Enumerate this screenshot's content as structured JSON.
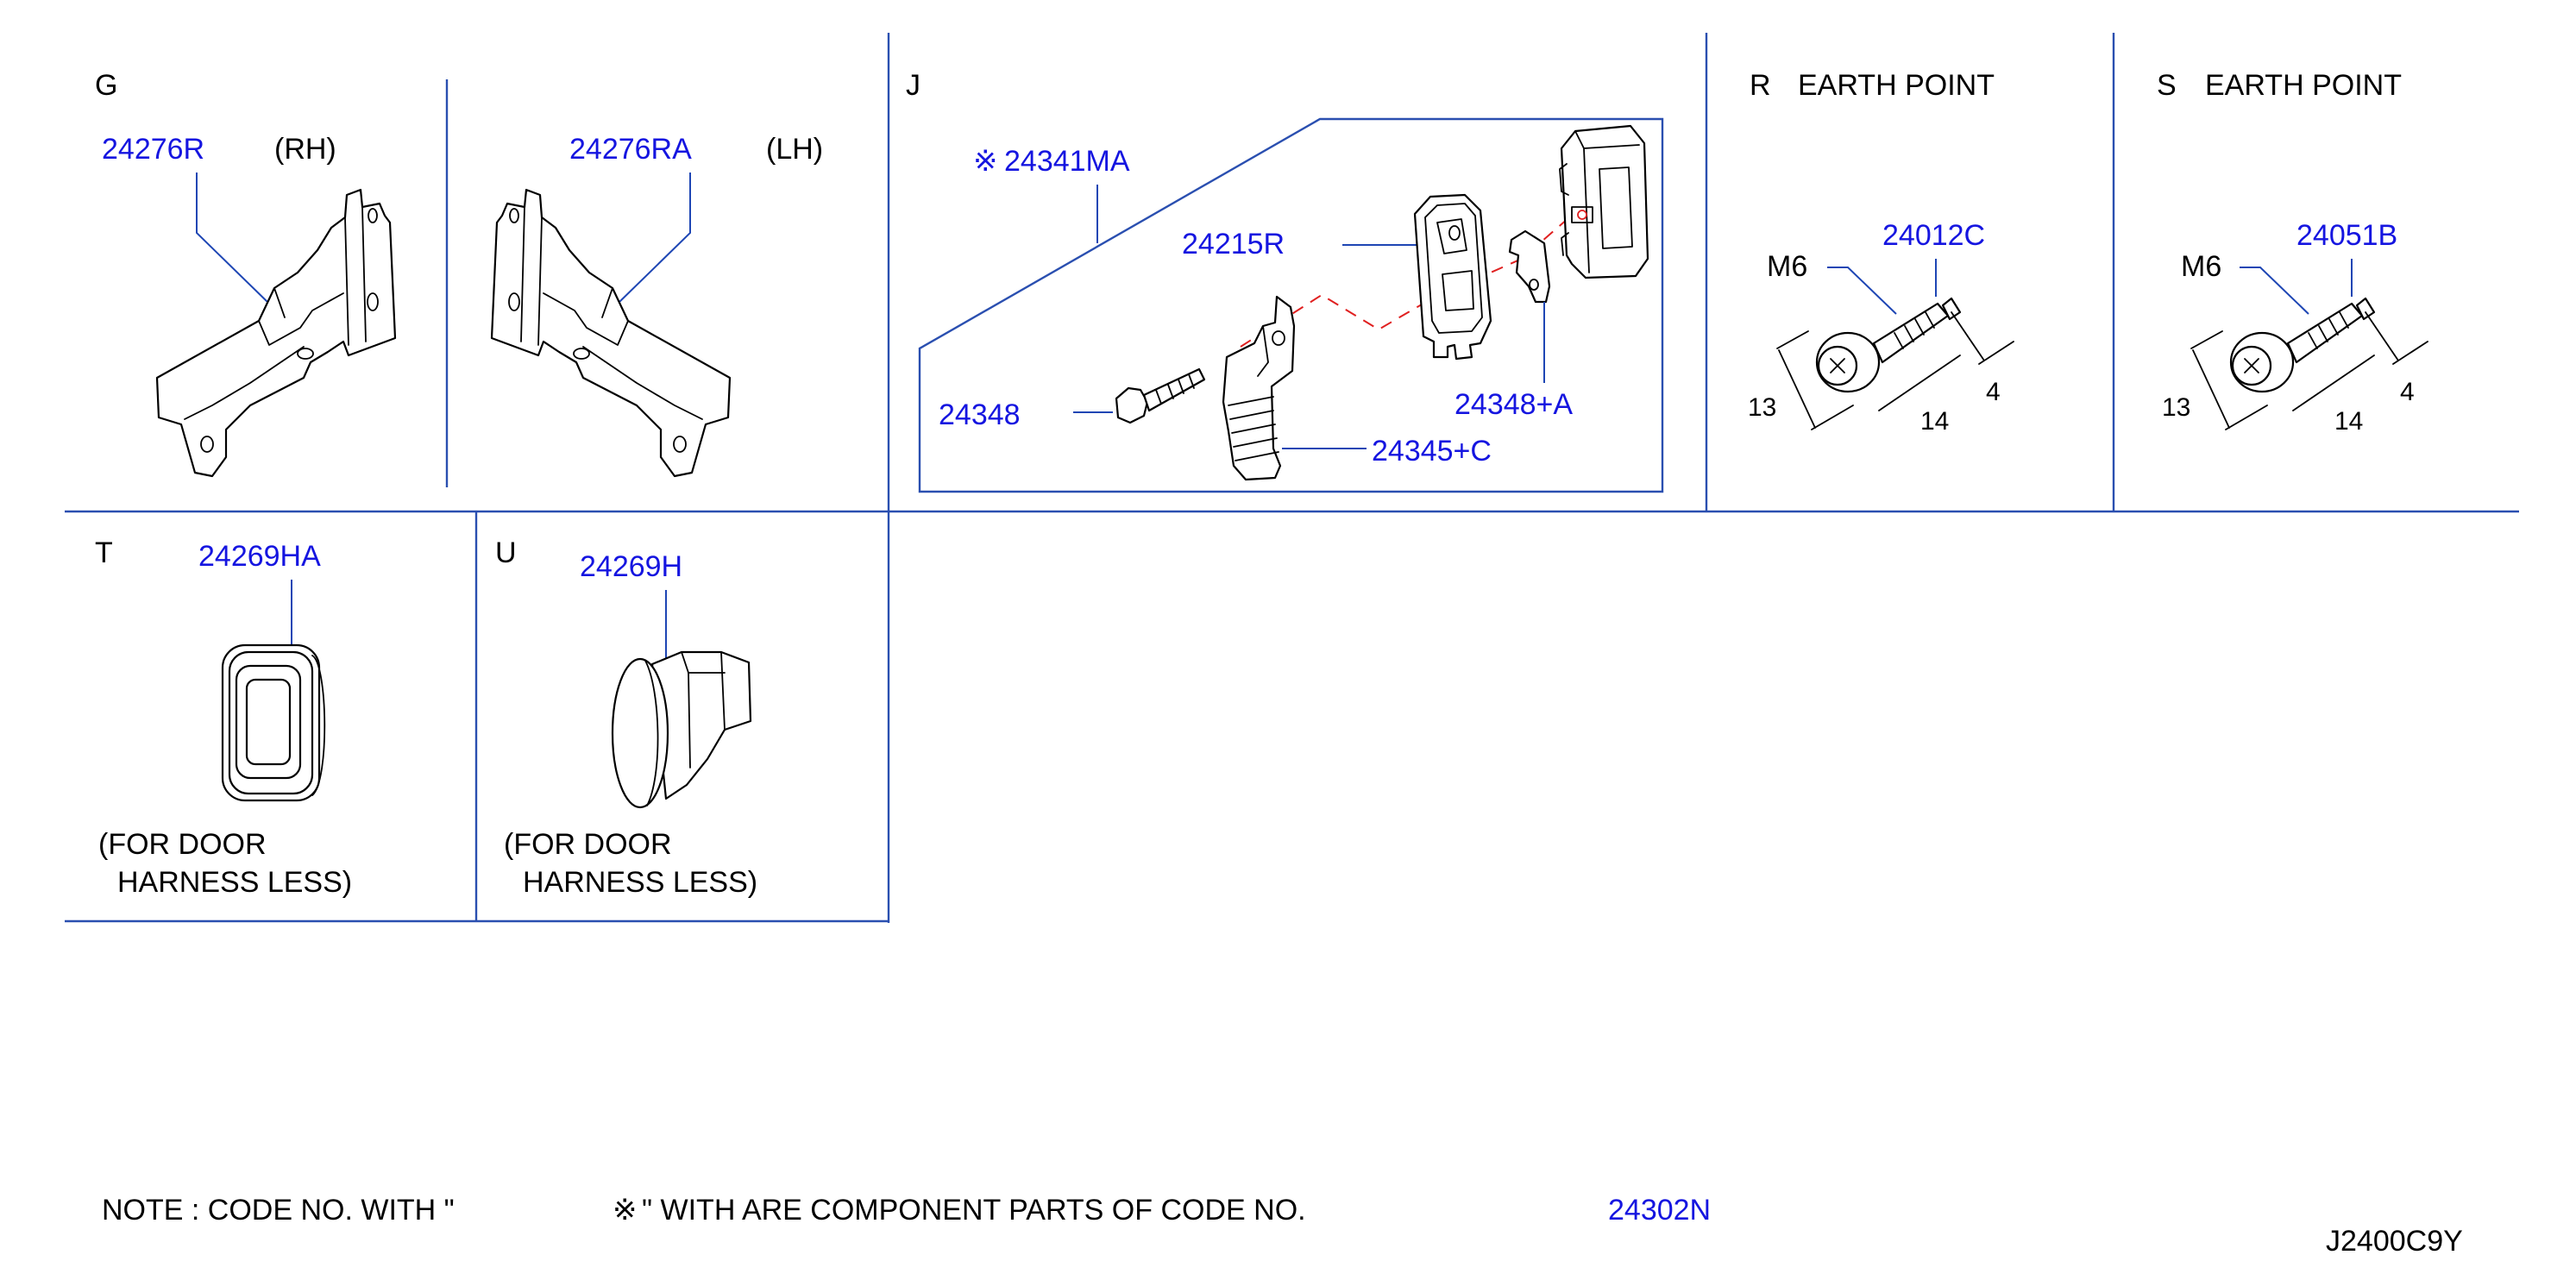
{
  "colors": {
    "part_number": "#1515e0",
    "frame": "#2a4fb0",
    "text": "#000000",
    "phantom_line": "#e02020"
  },
  "sections": {
    "G": {
      "letter": "G",
      "left": {
        "part": "24276R",
        "side": "(RH)"
      },
      "right": {
        "part": "24276RA",
        "side": "(LH)"
      }
    },
    "J": {
      "letter": "J",
      "kit_mark": "※",
      "kit_part": "24341MA",
      "parts": {
        "bracket_holder": "24215R",
        "clip": "24348+A",
        "bolt": "24348",
        "boot": "24345+C"
      }
    },
    "R": {
      "letter": "R",
      "title": "EARTH  POINT",
      "part": "24012C",
      "thread": "M6",
      "dims": {
        "head": "13",
        "length": "14",
        "tip": "4"
      }
    },
    "S": {
      "letter": "S",
      "title": "EARTH  POINT",
      "part": "24051B",
      "thread": "M6",
      "dims": {
        "head": "13",
        "length": "14",
        "tip": "4"
      }
    },
    "T": {
      "letter": "T",
      "part": "24269HA",
      "note_line1": "(FOR  DOOR",
      "note_line2": "HARNESS  LESS)"
    },
    "U": {
      "letter": "U",
      "part": "24269H",
      "note_line1": "(FOR  DOOR",
      "note_line2": "HARNESS  LESS)"
    }
  },
  "note": {
    "text_before": "NOTE  :  CODE  NO.  WITH  \"",
    "mark": "※",
    "text_after": "\"  WITH  ARE  COMPONENT  PARTS  OF  CODE  NO.",
    "code": "24302N"
  },
  "diagram_id": "J2400C9Y"
}
